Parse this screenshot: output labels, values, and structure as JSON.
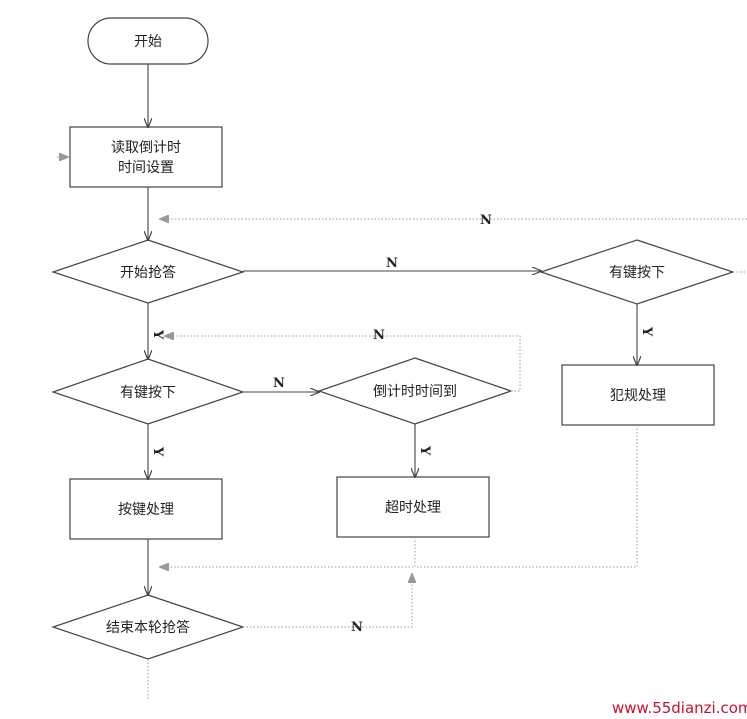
{
  "nodes": {
    "start": "开始",
    "read_settings_1": "读取倒计时",
    "read_settings_2": "时间设置",
    "start_answer": "开始抢答",
    "key_pressed_early": "有键按下",
    "foul": "犯规处理",
    "key_pressed": "有键按下",
    "countdown_up": "倒计时时间到",
    "key_process": "按键处理",
    "timeout_process": "超时处理",
    "end_round": "结束本轮抢答"
  },
  "labels": {
    "yes": "Y",
    "no": "N"
  },
  "watermark": "www.55dianzi.com",
  "colors": {
    "line": "#444444",
    "dotted": "#9a9a9a",
    "watermark": "#c8102e"
  }
}
